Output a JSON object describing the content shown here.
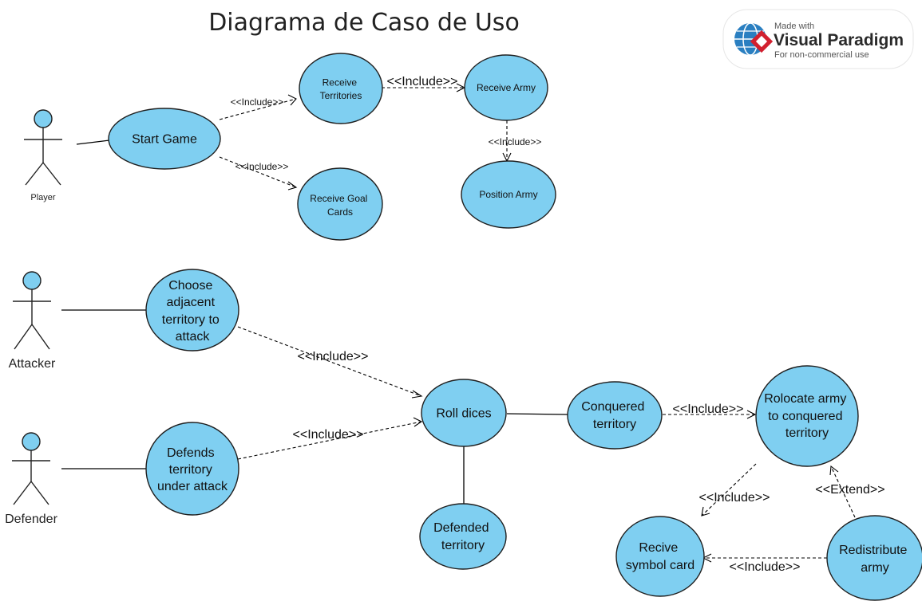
{
  "title": "Diagrama de Caso de Uso",
  "watermark": {
    "made_with": "Made with",
    "brand": "Visual Paradigm",
    "note": "For non-commercial use"
  },
  "colors": {
    "usecase_fill": "#7fcff1",
    "usecase_stroke": "#1f1f1f",
    "brand_red": "#d2202f",
    "brand_blue": "#2a7fc1"
  },
  "actors": {
    "player": "Player",
    "attacker": "Attacker",
    "defender": "Defender"
  },
  "usecases": {
    "start_game": [
      "Start Game"
    ],
    "receive_territories": [
      "Receive",
      "Territories"
    ],
    "receive_army": [
      "Receive Army"
    ],
    "position_army": [
      "Position Army"
    ],
    "receive_goal_cards": [
      "Receive Goal",
      "Cards"
    ],
    "choose_adjacent": [
      "Choose",
      "adjacent",
      "territory to",
      "attack"
    ],
    "defends_territory": [
      "Defends",
      "territory",
      "under attack"
    ],
    "roll_dices": [
      "Roll dices"
    ],
    "defended_territory": [
      "Defended",
      "territory"
    ],
    "conquered_territory": [
      "Conquered",
      "territory"
    ],
    "relocate_army": [
      "Rolocate army",
      "to conquered",
      "territory"
    ],
    "recive_symbol_card": [
      "Recive",
      "symbol card"
    ],
    "redistribute_army": [
      "Redistribute",
      "army"
    ]
  },
  "relations": {
    "start_to_territories": "<<Include>>",
    "start_to_goal": "<<Include>>",
    "territories_to_army": "<<Include>>",
    "army_to_position": "<<Include>>",
    "choose_to_roll": "<<Include>>",
    "defends_to_roll": "<<Include>>",
    "conquered_to_relocate": "<<Include>>",
    "relocate_to_symbol": "<<Include>>",
    "redistribute_to_relocate": "<<Extend>>",
    "redistribute_to_symbol": "<<Include>>"
  }
}
